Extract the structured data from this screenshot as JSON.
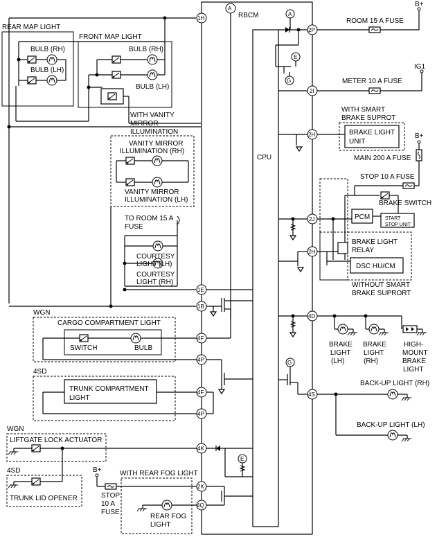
{
  "module": {
    "rbcm": "RBCM",
    "cpu": "CPU"
  },
  "pins": {
    "p1H": "1H",
    "p2P": "2P",
    "p2I": "2I",
    "p2H_top": "2H",
    "p2J": "2J",
    "p2H_mid": "2H",
    "p1E": "1E",
    "p1B": "1B",
    "p4D": "4D",
    "p4F_a": "4F",
    "p4P_a": "4P",
    "p4F_b": "4F",
    "p4P_b": "4P",
    "p4S": "4S",
    "p4K": "4K",
    "p2K": "2K",
    "p4Q": "4Q"
  },
  "refs": {
    "A": "A",
    "E": "E",
    "G": "G"
  },
  "labels": {
    "bplus": "B+",
    "ig1": "IG1",
    "room_fuse": "ROOM 15 A FUSE",
    "meter_fuse": "METER 10 A FUSE",
    "with_smart": "WITH SMART",
    "brake_suprot": "BRAKE SUPROT",
    "brake_light_unit_1": "BRAKE LIGHT",
    "brake_light_unit_2": "UNIT",
    "main_fuse": "MAIN 200 A FUSE",
    "stop_fuse": "STOP 10 A FUSE",
    "brake_switch": "BRAKE SWITCH",
    "pcm": "PCM",
    "start_stop_1": "START",
    "start_stop_2": "STOP UNIT",
    "relay_1": "BRAKE LIGHT",
    "relay_2": "RELAY",
    "dsc": "DSC HU/CM",
    "without_smart_1": "WITHOUT SMART",
    "without_smart_2": "BRAKE SUPRORT",
    "brake_lh_1": "BRAKE",
    "brake_lh_2": "LIGHT",
    "brake_lh_3": "(LH)",
    "brake_rh_1": "BRAKE",
    "brake_rh_2": "LIGHT",
    "brake_rh_3": "(RH)",
    "hm_1": "HIGH-",
    "hm_2": "MOUNT",
    "hm_3": "BRAKE",
    "hm_4": "LIGHT",
    "backup_rh": "BACK-UP LIGHT (RH)",
    "backup_lh": "BACK-UP LIGHT (LH)",
    "rear_map": "REAR MAP LIGHT",
    "front_map": "FRONT MAP LIGHT",
    "bulb_rh": "BULB (RH)",
    "bulb_lh": "BULB (LH)",
    "fm_bulb_rh": "BULB (RH)",
    "fm_bulb_lh": "BULB (LH)",
    "with_vanity_1": "WITH VANITY",
    "with_vanity_2": "MIRROR",
    "with_vanity_3": "ILLUMINATION",
    "vanity_rh_1": "VANITY MIRROR",
    "vanity_rh_2": "ILLUMINATION (RH)",
    "vanity_lh_1": "VANITY MIRROR",
    "vanity_lh_2": "ILLUMINATION (LH)",
    "to_room_1": "TO ROOM 15 A",
    "to_room_2": "FUSE",
    "courtesy_lh_1": "COURTESY",
    "courtesy_lh_2": "LIGHT (LH)",
    "courtesy_rh_1": "COURTESY",
    "courtesy_rh_2": "LIGHT (RH)",
    "wgn_1": "WGN",
    "cargo": "CARGO COMPARTMENT LIGHT",
    "switch": "SWITCH",
    "bulb": "BULB",
    "sd4_1": "4SD",
    "trunk_1": "TRUNK COMPARTMENT",
    "trunk_2": "LIGHT",
    "wgn_2": "WGN",
    "liftgate": "LIFTGATE LOCK ACTUATOR",
    "sd4_2": "4SD",
    "trunk_lid": "TRUNK LID OPENER",
    "bplus_left": "B+",
    "stop_10_1": "STOP",
    "stop_10_2": "10 A",
    "stop_10_3": "FUSE",
    "with_fog": "WITH REAR FOG LIGHT",
    "fog_1": "REAR FOG",
    "fog_2": "LIGHT"
  }
}
